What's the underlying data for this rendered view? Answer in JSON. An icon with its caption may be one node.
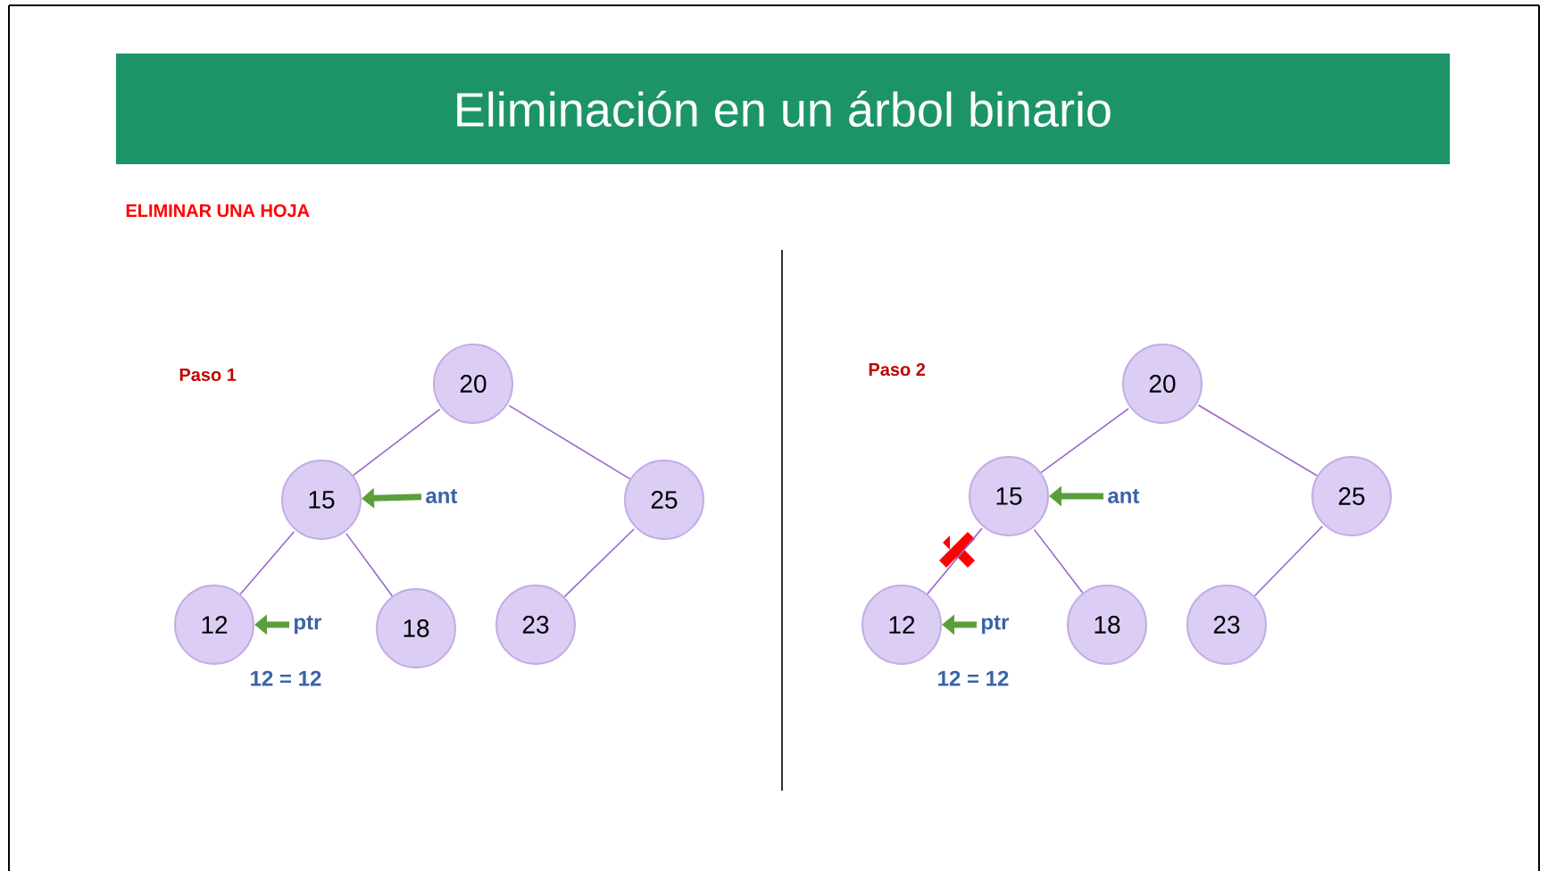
{
  "diagram": {
    "title": "Eliminación en un árbol binario",
    "nodes": [
      {
        "text": [
          "20"
        ]
      },
      {
        "text": [
          "15"
        ]
      },
      {
        "text": [
          "25"
        ]
      },
      {
        "text": [
          "12"
        ],
        "beside": [
          "12 = 12"
        ]
      },
      {
        "text": [
          "18"
        ]
      },
      {
        "text": [
          "23"
        ]
      },
      {
        "text": [
          "20"
        ]
      },
      {
        "text": [
          "15"
        ]
      },
      {
        "text": [
          "25"
        ]
      },
      {
        "text": [
          "12"
        ],
        "beside": [
          "12 = 12"
        ]
      },
      {
        "text": [
          "18"
        ]
      },
      {
        "text": [
          "23"
        ]
      },
      {
        "text": [
          "ant"
        ]
      },
      {
        "text": [
          "ptr"
        ]
      },
      {
        "text": [
          "ant"
        ]
      },
      {
        "text": [
          "ptr"
        ]
      }
    ],
    "edges": [
      {
        "from": 0,
        "to": 1,
        "arrow": "none"
      },
      {
        "from": 0,
        "to": 2,
        "arrow": "none"
      },
      {
        "from": 1,
        "to": 3,
        "arrow": "none"
      },
      {
        "from": 1,
        "to": 4,
        "arrow": "none"
      },
      {
        "from": 2,
        "to": 5,
        "arrow": "none"
      },
      {
        "from": 6,
        "to": 7,
        "arrow": "none"
      },
      {
        "from": 6,
        "to": 8,
        "arrow": "none"
      },
      {
        "from": 7,
        "to": 9,
        "arrow": "none"
      },
      {
        "from": 7,
        "to": 10,
        "arrow": "none"
      },
      {
        "from": 8,
        "to": 11,
        "arrow": "none"
      },
      {
        "from": 12,
        "to": 1,
        "arrow": "to",
        "style": "thick",
        "color": "#5b9e3c"
      },
      {
        "from": 13,
        "to": 3,
        "arrow": "to",
        "style": "thick",
        "color": "#5b9e3c"
      },
      {
        "from": 14,
        "to": 7,
        "arrow": "to",
        "style": "thick",
        "color": "#5b9e3c"
      },
      {
        "from": 15,
        "to": 9,
        "arrow": "to",
        "style": "thick",
        "color": "#5b9e3c"
      }
    ],
    "labels": [
      "ELIMINAR UNA HOJA",
      "Paso 1",
      "Paso 2"
    ]
  }
}
